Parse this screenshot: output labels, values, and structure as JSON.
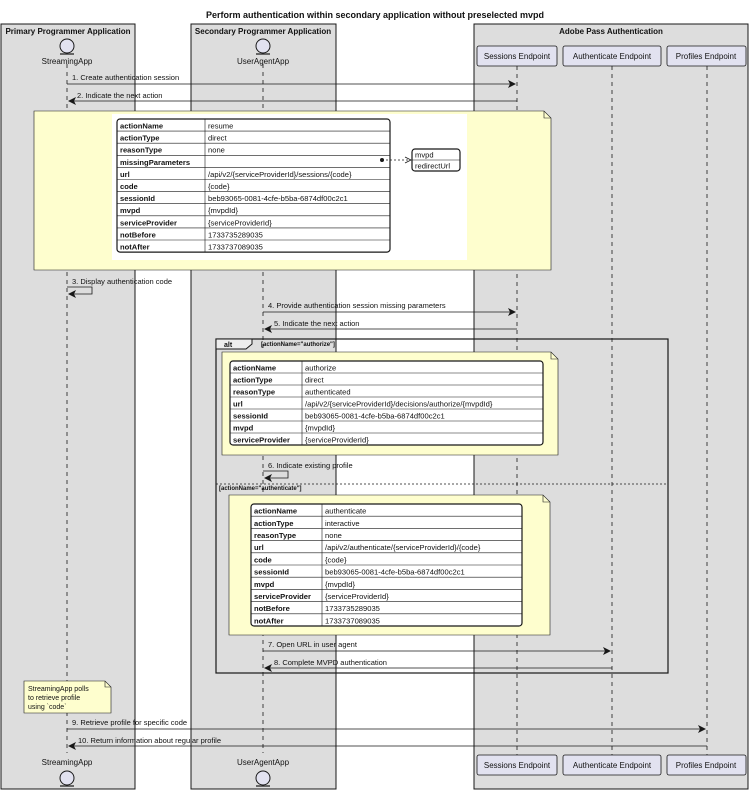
{
  "title": "Perform authentication within secondary application without preselected mvpd",
  "boxes": {
    "primary": "Primary Programmer Application",
    "secondary": "Secondary Programmer Application",
    "adobe": "Adobe Pass Authentication"
  },
  "participants": {
    "streaming_app": "StreamingApp",
    "user_agent_app": "UserAgentApp",
    "sessions": "Sessions Endpoint",
    "authenticate": "Authenticate Endpoint",
    "profiles": "Profiles Endpoint"
  },
  "messages": {
    "m1": "1. Create authentication session",
    "m2": "2. Indicate the next action",
    "m3": "3. Display authentication code",
    "m4": "4. Provide authentication session missing parameters",
    "m5": "5. Indicate the next action",
    "m6": "6. Indicate existing profile",
    "m7": "7. Open URL in user agent",
    "m8": "8. Complete MVPD authentication",
    "m9": "9. Retrieve profile for specific code",
    "m10": "10. Return information about regular profile"
  },
  "alt": {
    "label": "alt",
    "cond1": "[actionName=\"authorize\"]",
    "cond2": "[actionName=\"authenticate\"]"
  },
  "table1": [
    [
      "actionName",
      "resume"
    ],
    [
      "actionType",
      "direct"
    ],
    [
      "reasonType",
      "none"
    ],
    [
      "missingParameters",
      ""
    ],
    [
      "url",
      "/api/v2/{serviceProviderId}/sessions/{code}"
    ],
    [
      "code",
      "{code}"
    ],
    [
      "sessionId",
      "beb93065-0081-4cfe-b5ba-6874df00c2c1"
    ],
    [
      "mvpd",
      "{mvpdId}"
    ],
    [
      "serviceProvider",
      "{serviceProviderId}"
    ],
    [
      "notBefore",
      "1733735289035"
    ],
    [
      "notAfter",
      "1733737089035"
    ]
  ],
  "missing_params": [
    "mvpd",
    "redirectUrl"
  ],
  "table2": [
    [
      "actionName",
      "authorize"
    ],
    [
      "actionType",
      "direct"
    ],
    [
      "reasonType",
      "authenticated"
    ],
    [
      "url",
      "/api/v2/{serviceProviderId}/decisions/authorize/{mvpdId}"
    ],
    [
      "sessionId",
      "beb93065-0081-4cfe-b5ba-6874df00c2c1"
    ],
    [
      "mvpd",
      "{mvpdId}"
    ],
    [
      "serviceProvider",
      "{serviceProviderId}"
    ]
  ],
  "table3": [
    [
      "actionName",
      "authenticate"
    ],
    [
      "actionType",
      "interactive"
    ],
    [
      "reasonType",
      "none"
    ],
    [
      "url",
      "/api/v2/authenticate/{serviceProviderId}/{code}"
    ],
    [
      "code",
      "{code}"
    ],
    [
      "sessionId",
      "beb93065-0081-4cfe-b5ba-6874df00c2c1"
    ],
    [
      "mvpd",
      "{mvpdId}"
    ],
    [
      "serviceProvider",
      "{serviceProviderId}"
    ],
    [
      "notBefore",
      "1733735289035"
    ],
    [
      "notAfter",
      "1733737089035"
    ]
  ],
  "note_polls": [
    "StreamingApp polls",
    "to retrieve profile",
    "using `code`"
  ],
  "colors": {
    "box_fill": "#dddddd",
    "note_fill": "#fefece",
    "participant_fill": "#e2e2f0",
    "line": "#181818"
  }
}
